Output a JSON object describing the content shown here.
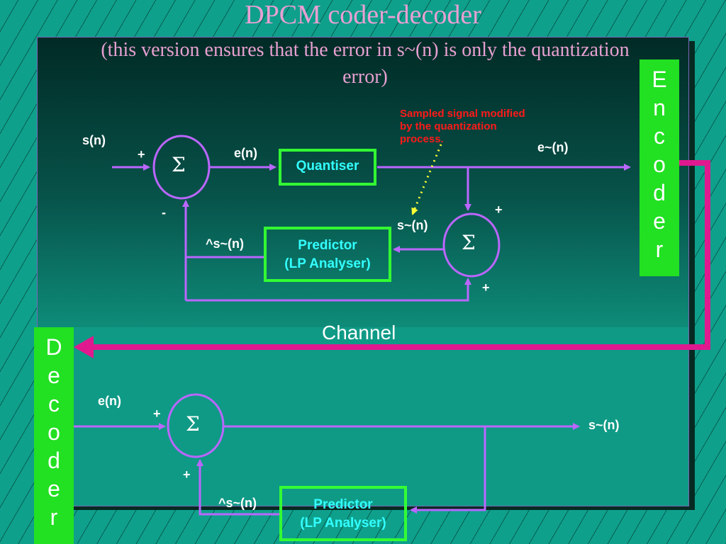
{
  "title": "DPCM coder-decoder",
  "subtitle": "(this version ensures that the error in s~(n) is only the quantization error)",
  "encoder_letters": [
    "E",
    "n",
    "c",
    "o",
    "d",
    "e",
    "r"
  ],
  "decoder_letters": [
    "D",
    "e",
    "c",
    "o",
    "d",
    "e",
    "r"
  ],
  "channel_label": "Channel",
  "note": "Sampled signal modified by the quantization process.",
  "encoder": {
    "input_label": "s(n)",
    "error_label": "e(n)",
    "output_label": "e~(n)",
    "recon_label": "s~(n)",
    "pred_label": "^s~(n)",
    "sum1_plus": "+",
    "sum1_minus": "-",
    "sum2_plus_top": "+",
    "sum2_plus_bottom": "+",
    "sigma": "Σ",
    "sigma2": "Σ",
    "quantiser": "Quantiser",
    "predictor_line1": "Predictor",
    "predictor_line2": "(LP Analyser)"
  },
  "decoder": {
    "input_label": "e(n)",
    "output_label": "s~(n)",
    "pred_label": "^s~(n)",
    "plus_top": "+",
    "plus_bottom": "+",
    "sigma": "Σ",
    "predictor_line1": "Predictor",
    "predictor_line2": "(LP Analyser)"
  },
  "colors": {
    "signal_line": "#bb66ff",
    "channel_line": "#e0198f",
    "box_border": "#33ff33",
    "box_text": "#33ffff",
    "title": "#e8a0d2",
    "note": "#ff1a1a",
    "note_arrow": "#ffff33"
  }
}
